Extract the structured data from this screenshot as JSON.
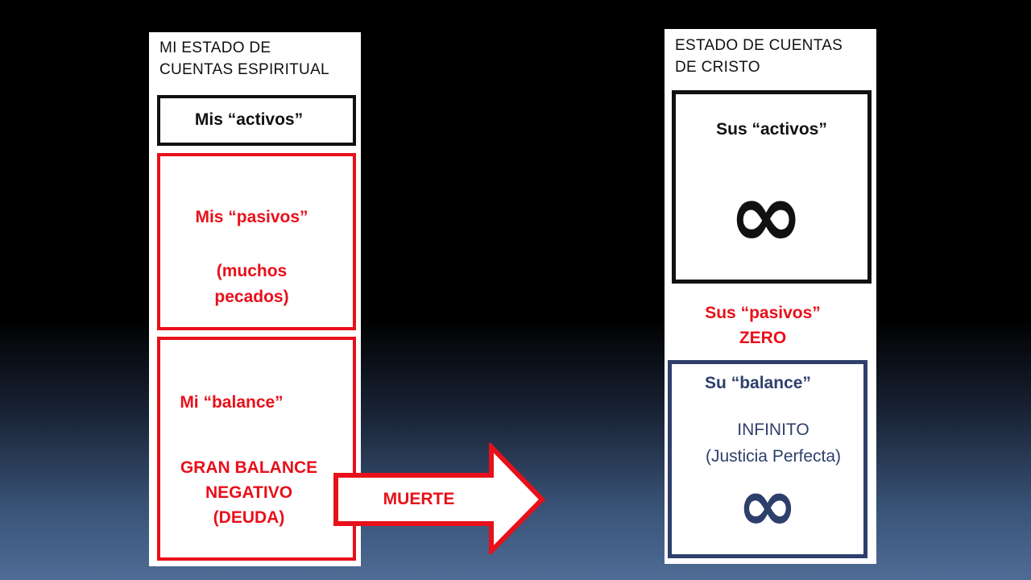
{
  "left": {
    "title": "MI ESTADO DE\nCUENTAS ESPIRITUAL",
    "activos_label": "Mis “activos”",
    "pasivos_label": "Mis “pasivos”",
    "pasivos_detail": "(muchos\npecados)",
    "balance_label": "Mi “balance”",
    "balance_detail": "GRAN BALANCE\nNEGATIVO\n(DEUDA)"
  },
  "arrow": {
    "label": "MUERTE"
  },
  "right": {
    "title": "ESTADO DE CUENTAS\nDE CRISTO",
    "activos_label": "Sus “activos”",
    "activos_symbol": "∞",
    "pasivos_label": "Sus “pasivos”\nZERO",
    "balance_label": "Su “balance”",
    "balance_detail": "INFINITO\n(Justicia Perfecta)",
    "balance_symbol": "∞"
  },
  "colors": {
    "red": "#e8101a",
    "navy": "#2e3f6b",
    "black": "#111111"
  }
}
